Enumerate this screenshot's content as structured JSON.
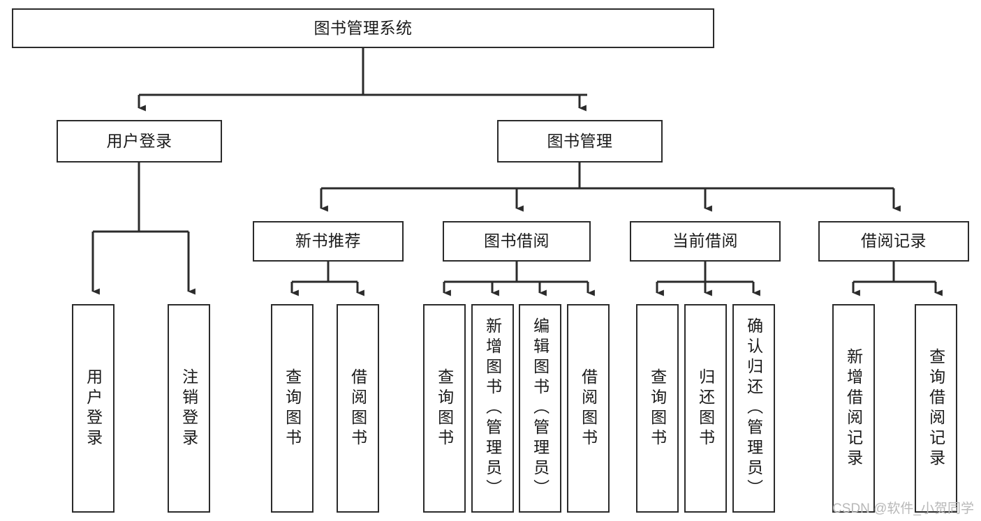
{
  "diagram": {
    "title": "图书管理系统",
    "type": "tree",
    "orientation": "top-down",
    "colors": {
      "background": "#ffffff",
      "box_border": "#2b2b2b",
      "box_fill": "#ffffff",
      "connector": "#2b2b2b",
      "text": "#1a1a1a",
      "watermark": "#b8b8b8"
    },
    "nodes": {
      "root": {
        "label": "图书管理系统",
        "level": 1,
        "orientation": "horizontal"
      },
      "l2": [
        {
          "id": "user-login",
          "label": "用户登录",
          "level": 2,
          "orientation": "horizontal"
        },
        {
          "id": "book-manage",
          "label": "图书管理",
          "level": 2,
          "orientation": "horizontal"
        }
      ],
      "l3": [
        {
          "id": "new-book-recommend",
          "label": "新书推荐",
          "level": 3,
          "orientation": "horizontal"
        },
        {
          "id": "book-borrow",
          "label": "图书借阅",
          "level": 3,
          "orientation": "horizontal"
        },
        {
          "id": "current-borrow",
          "label": "当前借阅",
          "level": 3,
          "orientation": "horizontal"
        },
        {
          "id": "borrow-record",
          "label": "借阅记录",
          "level": 3,
          "orientation": "horizontal"
        }
      ],
      "leaves": [
        {
          "id": "leaf-user-login",
          "label": "用户登录",
          "parent": "user-login",
          "orientation": "vertical"
        },
        {
          "id": "leaf-logout",
          "label": "注销登录",
          "parent": "user-login",
          "orientation": "vertical"
        },
        {
          "id": "leaf-query-book-1",
          "label": "查询图书",
          "parent": "new-book-recommend",
          "orientation": "vertical"
        },
        {
          "id": "leaf-borrow-book-1",
          "label": "借阅图书",
          "parent": "new-book-recommend",
          "orientation": "vertical"
        },
        {
          "id": "leaf-query-book-2",
          "label": "查询图书",
          "parent": "book-borrow",
          "orientation": "vertical"
        },
        {
          "id": "leaf-add-book",
          "label": "新增图书（管理员）",
          "parent": "book-borrow",
          "orientation": "vertical"
        },
        {
          "id": "leaf-edit-book",
          "label": "编辑图书（管理员）",
          "parent": "book-borrow",
          "orientation": "vertical"
        },
        {
          "id": "leaf-borrow-book-2",
          "label": "借阅图书",
          "parent": "book-borrow",
          "orientation": "vertical"
        },
        {
          "id": "leaf-query-book-3",
          "label": "查询图书",
          "parent": "current-borrow",
          "orientation": "vertical"
        },
        {
          "id": "leaf-return-book",
          "label": "归还图书",
          "parent": "current-borrow",
          "orientation": "vertical"
        },
        {
          "id": "leaf-confirm-return",
          "label": "确认归还（管理员）",
          "parent": "current-borrow",
          "orientation": "vertical"
        },
        {
          "id": "leaf-add-record",
          "label": "新增借阅记录",
          "parent": "borrow-record",
          "orientation": "vertical"
        },
        {
          "id": "leaf-query-record",
          "label": "查询借阅记录",
          "parent": "borrow-record",
          "orientation": "vertical"
        }
      ]
    }
  },
  "watermark": {
    "text": "CSDN @软件_小贺同学"
  }
}
